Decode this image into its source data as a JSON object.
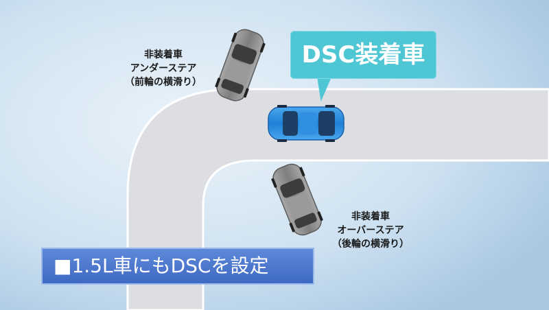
{
  "callout": {
    "text": "DSC装着車"
  },
  "understeer_label": {
    "line1": "非装着車",
    "line2": "アンダーステア",
    "line3": "（前輪の横滑り）"
  },
  "oversteer_label": {
    "line1": "非装着車",
    "line2": "オーバーステア",
    "line3": "（後輪の横滑り）"
  },
  "caption": {
    "text": "■1.5L車にもDSCを設定"
  },
  "colors": {
    "background": "#bdd6ea",
    "road": "#dcdde0",
    "road_edge": "#ffffff",
    "dsc_car": "#2f8fe0",
    "non_dsc_car": "#8c8c8c",
    "callout": "#4fc6d4",
    "caption_box": "#4a75cc"
  }
}
